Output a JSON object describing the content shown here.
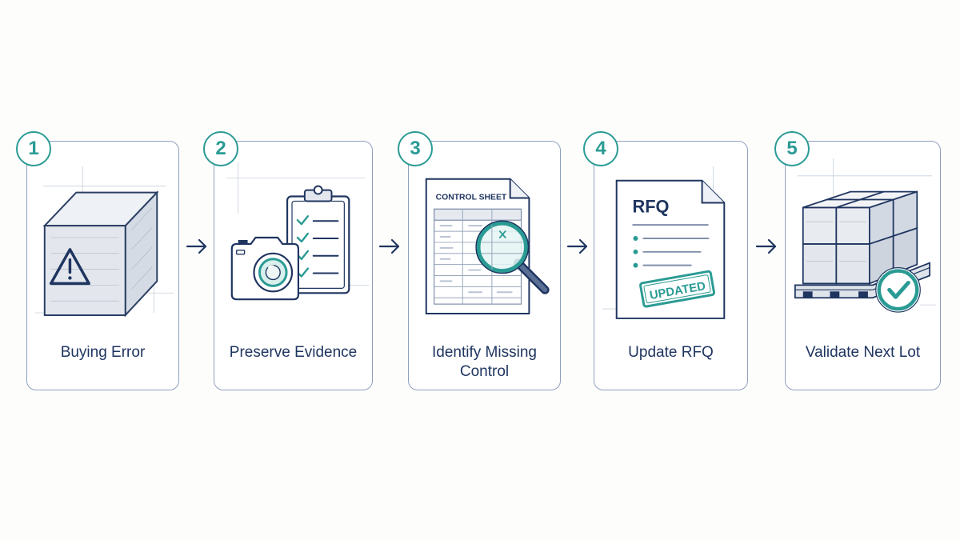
{
  "steps": [
    {
      "number": "1",
      "label": "Buying Error",
      "icon": "warning-box-icon"
    },
    {
      "number": "2",
      "label": "Preserve Evidence",
      "icon": "camera-clipboard-icon"
    },
    {
      "number": "3",
      "label": "Identify Missing Control",
      "icon": "control-sheet-magnifier-icon",
      "doc_title": "CONTROL SHEET"
    },
    {
      "number": "4",
      "label": "Update RFQ",
      "icon": "rfq-document-icon",
      "doc_title": "RFQ",
      "stamp": "UPDATED"
    },
    {
      "number": "5",
      "label": "Validate Next Lot",
      "icon": "pallet-check-icon"
    }
  ],
  "colors": {
    "navy": "#1f3560",
    "teal": "#2a9b94",
    "card_border": "#8fa0bd"
  }
}
